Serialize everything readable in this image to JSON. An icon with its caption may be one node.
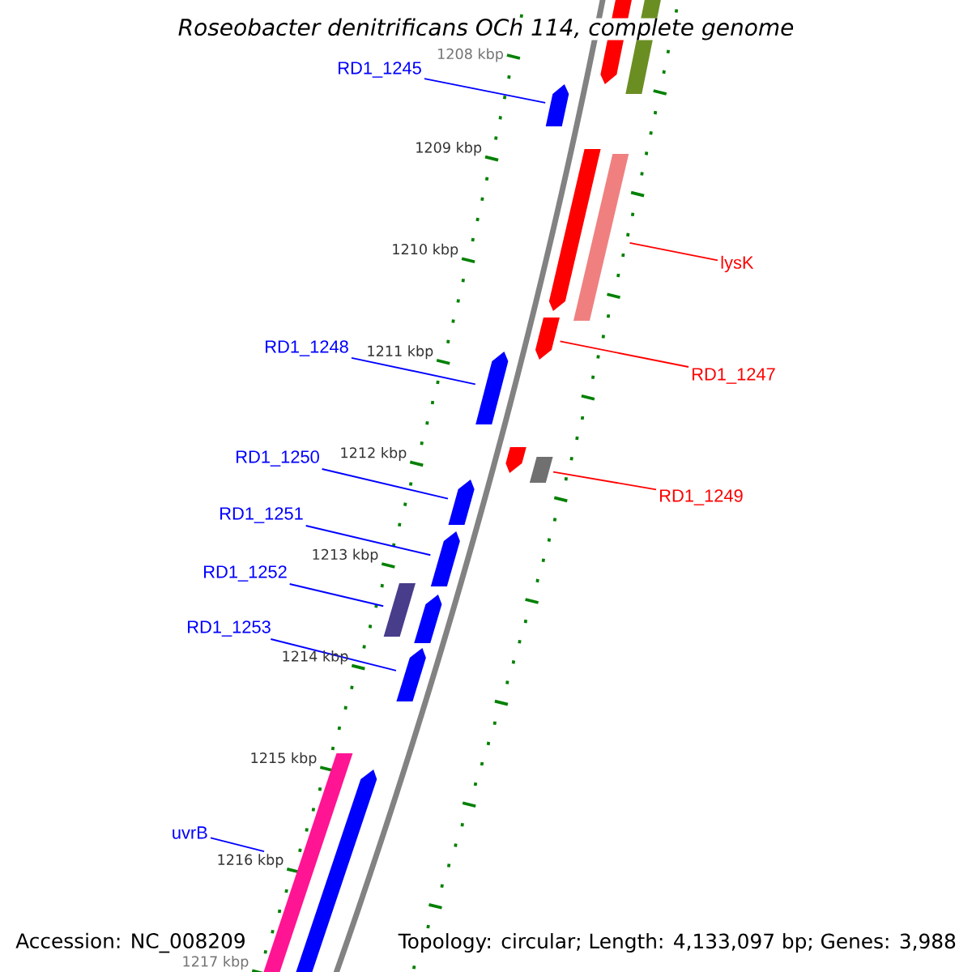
{
  "diagram": {
    "title": "Roseobacter denitrificans OCh 114, complete genome",
    "nodes": [
      {
        "text": [
          "RD1_1245"
        ]
      },
      {
        "text": [
          "lysK"
        ]
      },
      {
        "text": [
          "RD1_1248"
        ]
      },
      {
        "text": [
          "RD1_1247"
        ]
      },
      {
        "text": [
          "RD1_1250"
        ]
      },
      {
        "text": [
          "RD1_1249"
        ]
      },
      {
        "text": [
          "RD1_1251"
        ]
      },
      {
        "text": [
          "RD1_1252"
        ]
      },
      {
        "text": [
          "RD1_1253"
        ]
      },
      {
        "text": [
          "uvrB"
        ]
      },
      {
        "text": [],
        "shape": "pentagon"
      },
      {
        "text": [],
        "shape": "bar"
      },
      {
        "text": [],
        "shape": "pentagon"
      },
      {
        "text": [],
        "shape": "pentagon"
      },
      {
        "text": [],
        "shape": "bar"
      },
      {
        "text": [],
        "shape": "pentagon"
      },
      {
        "text": [],
        "shape": "pentagon"
      },
      {
        "text": [],
        "shape": "pentagon"
      },
      {
        "text": [],
        "shape": "bar"
      },
      {
        "text": [],
        "shape": "pentagon"
      },
      {
        "text": [],
        "shape": "pentagon"
      },
      {
        "text": [],
        "shape": "bar"
      },
      {
        "text": [],
        "shape": "pentagon"
      },
      {
        "text": [],
        "shape": "pentagon"
      },
      {
        "text": [],
        "shape": "bar"
      },
      {
        "text": [],
        "shape": "pentagon"
      }
    ],
    "edges": [
      {
        "from": 0,
        "to": 12,
        "arrow": "none"
      },
      {
        "from": 1,
        "to": 14,
        "arrow": "none",
        "color": "#ff0000"
      },
      {
        "from": 2,
        "to": 16,
        "arrow": "none"
      },
      {
        "from": 3,
        "to": 15,
        "arrow": "none",
        "color": "#ff0000"
      },
      {
        "from": 4,
        "to": 19,
        "arrow": "none"
      },
      {
        "from": 5,
        "to": 18,
        "arrow": "none",
        "color": "#ff0000"
      },
      {
        "from": 6,
        "to": 20,
        "arrow": "none"
      },
      {
        "from": 7,
        "to": 21,
        "arrow": "none"
      },
      {
        "from": 8,
        "to": 23,
        "arrow": "none"
      },
      {
        "from": 9,
        "to": 24,
        "arrow": "none"
      }
    ],
    "labels": [
      "1208 kbp",
      "1209 kbp",
      "1210 kbp",
      "1211 kbp",
      "1212 kbp",
      "1213 kbp",
      "1214 kbp",
      "1215 kbp",
      "1216 kbp",
      "1217 kbp",
      "Accession: NC_008209",
      "Topology: circular; Length: 4,133,097 bp; Genes: 3,988"
    ]
  }
}
